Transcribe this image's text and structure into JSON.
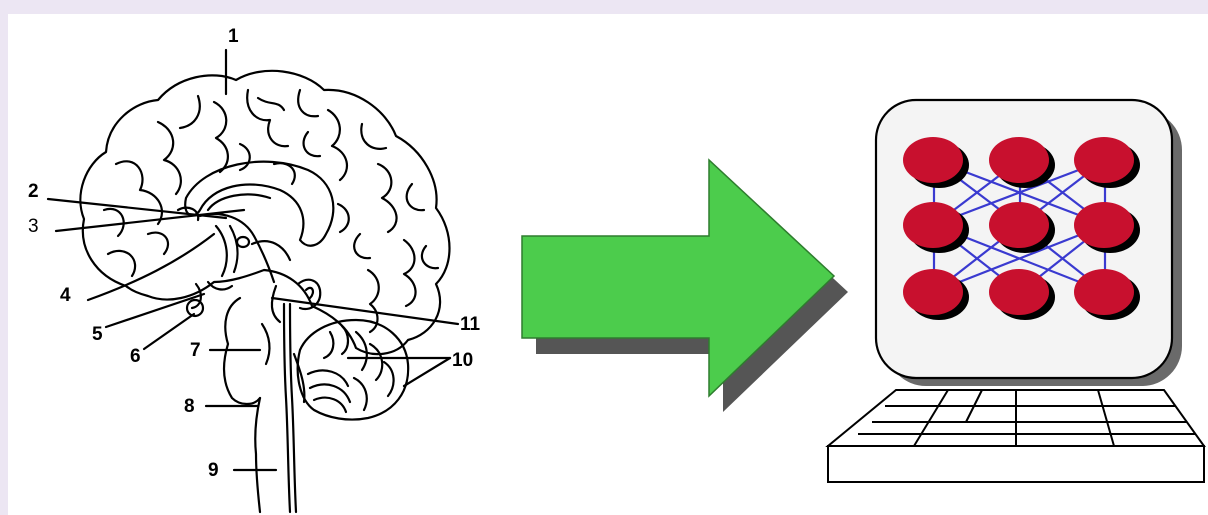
{
  "brain_labels": {
    "l1": "1",
    "l2": "2",
    "l3": "3",
    "l4": "4",
    "l5": "5",
    "l6": "6",
    "l7": "7",
    "l8": "8",
    "l9": "9",
    "l10": "10",
    "l11": "11"
  },
  "colors": {
    "background": "#ece6f3",
    "canvas": "#ffffff",
    "arrow_fill": "#4ccc4c",
    "arrow_shadow": "#555555",
    "neuron_fill": "#c8102e",
    "neuron_shadow": "#000000",
    "connection": "#3a3ad0"
  },
  "icons": {
    "brain": "brain-sagittal-icon",
    "arrow": "right-arrow-icon",
    "computer": "computer-neural-network-icon"
  }
}
